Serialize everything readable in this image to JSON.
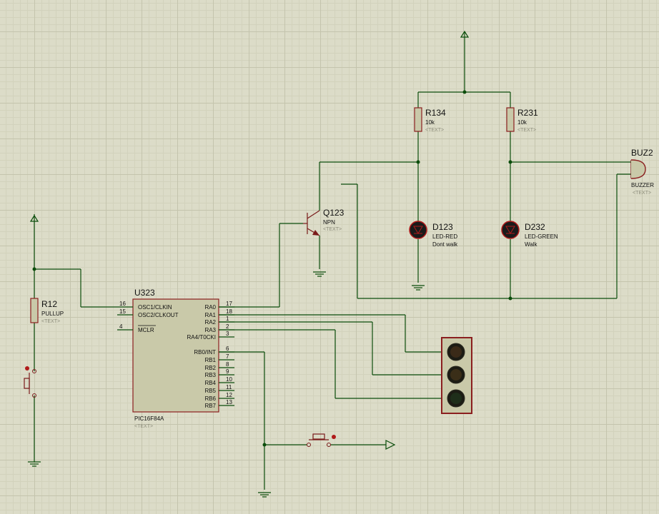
{
  "u323": {
    "ref": "U323",
    "part": "PIC16F84A",
    "text_placeholder": "<TEXT>",
    "pins_left": [
      {
        "num": "16",
        "name": "OSC1/CLKIN"
      },
      {
        "num": "15",
        "name": "OSC2/CLKOUT"
      },
      {
        "num": "4",
        "name": "MCLR"
      }
    ],
    "pins_right": [
      {
        "num": "17",
        "name": "RA0"
      },
      {
        "num": "18",
        "name": "RA1"
      },
      {
        "num": "1",
        "name": "RA2"
      },
      {
        "num": "2",
        "name": "RA3"
      },
      {
        "num": "3",
        "name": "RA4/T0CKI"
      },
      {
        "num": "6",
        "name": "RB0/INT"
      },
      {
        "num": "7",
        "name": "RB1"
      },
      {
        "num": "8",
        "name": "RB2"
      },
      {
        "num": "9",
        "name": "RB3"
      },
      {
        "num": "10",
        "name": "RB4"
      },
      {
        "num": "11",
        "name": "RB5"
      },
      {
        "num": "12",
        "name": "RB6"
      },
      {
        "num": "13",
        "name": "RB7"
      }
    ]
  },
  "r12": {
    "ref": "R12",
    "value": "PULLUP",
    "text": "<TEXT>"
  },
  "r134": {
    "ref": "R134",
    "value": "10k",
    "text": "<TEXT>"
  },
  "r231": {
    "ref": "R231",
    "value": "10k",
    "text": "<TEXT>"
  },
  "q123": {
    "ref": "Q123",
    "value": "NPN",
    "text": "<TEXT>"
  },
  "d123": {
    "ref": "D123",
    "value": "LED-RED",
    "note": "Dont walk"
  },
  "d232": {
    "ref": "D232",
    "value": "LED-GREEN",
    "note": "Walk"
  },
  "buz2": {
    "ref": "BUZ2",
    "value": "BUZZER",
    "text": "<TEXT>"
  },
  "colors": {
    "background": "#dcdcc8",
    "wire": "#0b4d0b",
    "component_outline": "#8b1f1f",
    "component_fill": "#c9c9a9",
    "led_fill": "#1a1a1a",
    "led_outline": "#b01a1a",
    "text": "#111111"
  }
}
